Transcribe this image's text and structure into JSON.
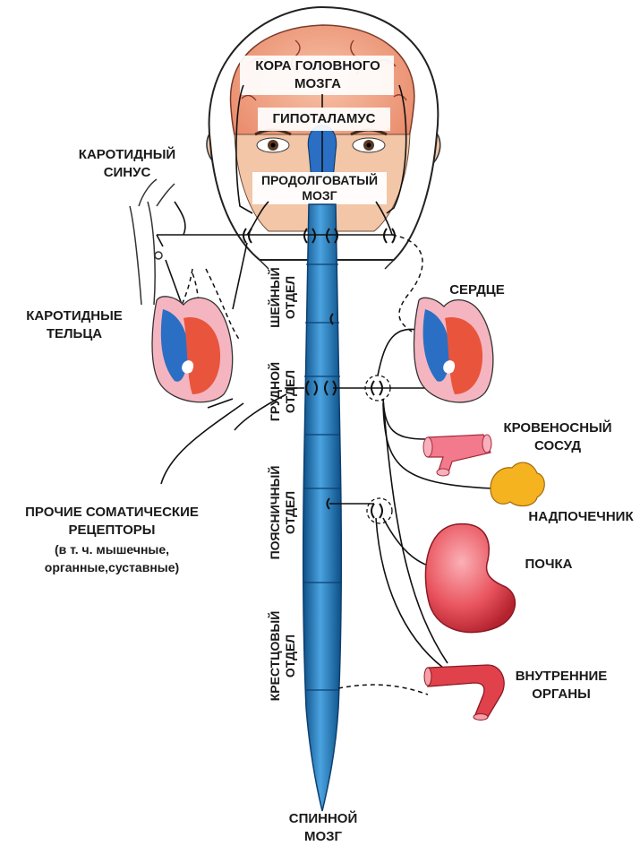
{
  "labels": {
    "cortex": "КОРА ГОЛОВНОГО\nМОЗГА",
    "hypothalamus": "ГИПОТАЛАМУС",
    "medulla": "ПРОДОЛГОВАТЫЙ\nМОЗГ",
    "carotid_sinus": "КАРОТИДНЫЙ\nСИНУС",
    "carotid_bodies": "КАРОТИДНЫЕ\nТЕЛЬЦА",
    "heart": "СЕРДЦЕ",
    "blood_vessel": "КРОВЕНОСНЫЙ\nСОСУД",
    "adrenal": "НАДПОЧЕЧНИК",
    "kidney": "ПОЧКА",
    "internal_organs": "ВНУТРЕННИЕ\nОРГАНЫ",
    "other_receptors_title": "ПРОЧИЕ СОМАТИЧЕСКИЕ\nРЕЦЕПТОРЫ",
    "other_receptors_note": "(в т. ч. мышечные,\nорганные,суставные)",
    "spinal_cord": "СПИННОЙ\nМОЗГ",
    "cervical": "ШЕЙНЫЙ\nОТДЕЛ",
    "thoracic": "ГРУДНОЙ\nОТДЕЛ",
    "lumbar": "ПОЯСНИЧНЫЙ\nОТДЕЛ",
    "sacral": "КРЕСТЦОВЫЙ\nОТДЕЛ"
  },
  "colors": {
    "cord": "#2a7fbf",
    "cord_dark": "#0d4f86",
    "brain": "#f4a48a",
    "organ_red": "#e0414b",
    "organ_pink": "#f27a8c",
    "adrenal": "#f5b31f",
    "heart_blue": "#2a6fc4",
    "heart_red": "#e8553c"
  }
}
